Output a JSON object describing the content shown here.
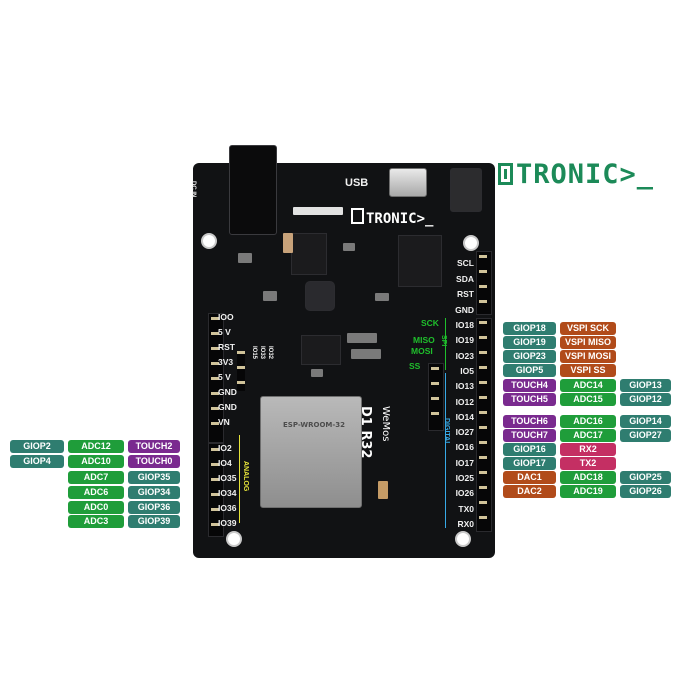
{
  "brand": {
    "logo_text": "TRONIC>_"
  },
  "board": {
    "silkscreen_logo": "TRONIC>_",
    "usb_label": "USB",
    "model": "D1 R32",
    "maker": "WeMos",
    "dc_label": "DC IN",
    "left_header_top": [
      "IOO",
      "5 V",
      "RST",
      "3V3",
      "5 V",
      "GND",
      "GND",
      "VN"
    ],
    "left_header_bottom": [
      "IO2",
      "IO4",
      "IO35",
      "IO34",
      "IO36",
      "IO39"
    ],
    "analog_label": "ANALOG",
    "right_header_top": [
      "SCL",
      "SDA",
      "RST",
      "GND"
    ],
    "right_header_bottom": [
      "IO18",
      "IO19",
      "IO23",
      "IO5",
      "IO13",
      "IO12",
      "IO14",
      "IO27",
      "IO16",
      "IO17",
      "IO25",
      "IO26",
      "TX0",
      "RX0"
    ],
    "digital_label": "DIGITAL",
    "spi_labels": [
      "SCK",
      "MISO",
      "MOSI",
      "SS"
    ],
    "spi_group": "SPI",
    "vertical_pins": [
      "IO15",
      "IO33",
      "IO32"
    ],
    "module_text": "ESP-WROOM-32"
  },
  "pins_right": [
    {
      "badges": [
        {
          "text": "GIOP18",
          "type": "gpio"
        },
        {
          "text": "VSPI SCK",
          "type": "spi"
        }
      ]
    },
    {
      "badges": [
        {
          "text": "GIOP19",
          "type": "gpio"
        },
        {
          "text": "VSPI MISO",
          "type": "spi"
        }
      ]
    },
    {
      "badges": [
        {
          "text": "GIOP23",
          "type": "gpio"
        },
        {
          "text": "VSPI MOSI",
          "type": "spi"
        }
      ]
    },
    {
      "badges": [
        {
          "text": "GIOP5",
          "type": "gpio"
        },
        {
          "text": "VSPI SS",
          "type": "spi"
        }
      ]
    },
    {
      "badges": [
        {
          "text": "TOUCH4",
          "type": "touch"
        },
        {
          "text": "ADC14",
          "type": "adc"
        },
        {
          "text": "GIOP13",
          "type": "gpio"
        }
      ]
    },
    {
      "badges": [
        {
          "text": "TOUCH5",
          "type": "touch"
        },
        {
          "text": "ADC15",
          "type": "adc"
        },
        {
          "text": "GIOP12",
          "type": "gpio"
        }
      ]
    },
    {
      "badges": [
        {
          "text": "TOUCH6",
          "type": "touch"
        },
        {
          "text": "ADC16",
          "type": "adc"
        },
        {
          "text": "GIOP14",
          "type": "gpio"
        }
      ]
    },
    {
      "badges": [
        {
          "text": "TOUCH7",
          "type": "touch"
        },
        {
          "text": "ADC17",
          "type": "adc"
        },
        {
          "text": "GIOP27",
          "type": "gpio"
        }
      ]
    },
    {
      "badges": [
        {
          "text": "GIOP16",
          "type": "gpio"
        },
        {
          "text": "RX2",
          "type": "uart"
        }
      ]
    },
    {
      "badges": [
        {
          "text": "GIOP17",
          "type": "gpio"
        },
        {
          "text": "TX2",
          "type": "uart"
        }
      ]
    },
    {
      "badges": [
        {
          "text": "DAC1",
          "type": "dac"
        },
        {
          "text": "ADC18",
          "type": "adc"
        },
        {
          "text": "GIOP25",
          "type": "gpio"
        }
      ]
    },
    {
      "badges": [
        {
          "text": "DAC2",
          "type": "dac"
        },
        {
          "text": "ADC19",
          "type": "adc"
        },
        {
          "text": "GIOP26",
          "type": "gpio"
        }
      ]
    }
  ],
  "pins_left": [
    {
      "badges": [
        {
          "text": "GIOP2",
          "type": "gpio"
        },
        {
          "text": "ADC12",
          "type": "adc"
        },
        {
          "text": "TOUCH2",
          "type": "touch"
        }
      ]
    },
    {
      "badges": [
        {
          "text": "GIOP4",
          "type": "gpio"
        },
        {
          "text": "ADC10",
          "type": "adc"
        },
        {
          "text": "TOUCH0",
          "type": "touch"
        }
      ]
    },
    {
      "badges": [
        {
          "text": "ADC7",
          "type": "adc"
        },
        {
          "text": "GIOP35",
          "type": "gpio"
        }
      ]
    },
    {
      "badges": [
        {
          "text": "ADC6",
          "type": "adc"
        },
        {
          "text": "GIOP34",
          "type": "gpio"
        }
      ]
    },
    {
      "badges": [
        {
          "text": "ADC0",
          "type": "adc"
        },
        {
          "text": "GIOP36",
          "type": "gpio"
        }
      ]
    },
    {
      "badges": [
        {
          "text": "ADC3",
          "type": "adc"
        },
        {
          "text": "GIOP39",
          "type": "gpio"
        }
      ]
    }
  ],
  "colors": {
    "gpio": "#2f7d70",
    "adc": "#1f9d3a",
    "touch": "#7a2a8f",
    "spi": "#b14b1a",
    "uart": "#c42f63",
    "dac": "#b14b1a",
    "brand": "#1c8a58"
  }
}
